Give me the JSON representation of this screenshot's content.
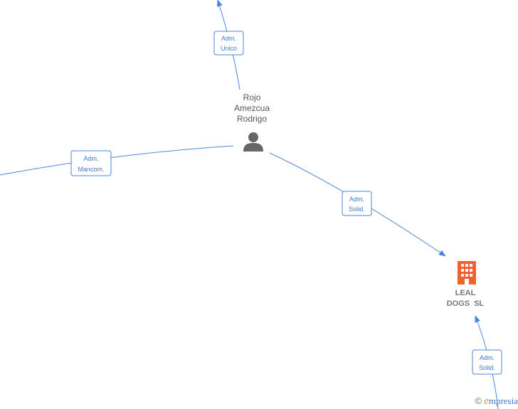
{
  "nodes": {
    "person": {
      "name_lines": [
        "Rojo",
        "Amezcua",
        "Rodrigo"
      ],
      "icon": "person-icon"
    },
    "company": {
      "name_lines": [
        "LEAL",
        "DOGS  SL"
      ],
      "icon": "building-icon",
      "color": "#f0612f"
    }
  },
  "edges": [
    {
      "id": "edge-person-up",
      "label_lines": [
        "Adm.",
        "Unico"
      ]
    },
    {
      "id": "edge-person-left",
      "label_lines": [
        "Adm.",
        "Mancom."
      ]
    },
    {
      "id": "edge-person-company",
      "label_lines": [
        "Adm.",
        "Solid."
      ]
    },
    {
      "id": "edge-bottom-company",
      "label_lines": [
        "Adm.",
        "Solid."
      ]
    }
  ],
  "colors": {
    "edge": "#4a86d9",
    "person_icon": "#666666"
  },
  "watermark": {
    "symbol": "©",
    "brand_initial": "e",
    "brand_rest": "mpresia"
  }
}
